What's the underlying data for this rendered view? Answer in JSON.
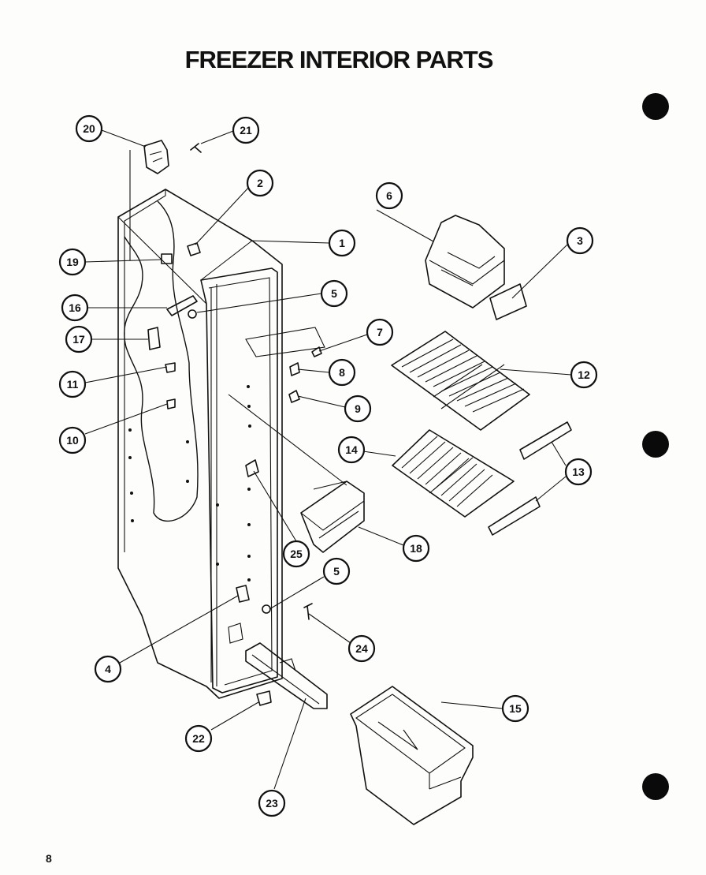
{
  "title": "FREEZER INTERIOR PARTS",
  "page_number": "8",
  "callouts": [
    "1",
    "2",
    "3",
    "4",
    "5",
    "5",
    "6",
    "7",
    "8",
    "9",
    "10",
    "11",
    "12",
    "13",
    "13",
    "14",
    "15",
    "16",
    "17",
    "18",
    "19",
    "20",
    "21",
    "22",
    "23",
    "24",
    "25"
  ]
}
